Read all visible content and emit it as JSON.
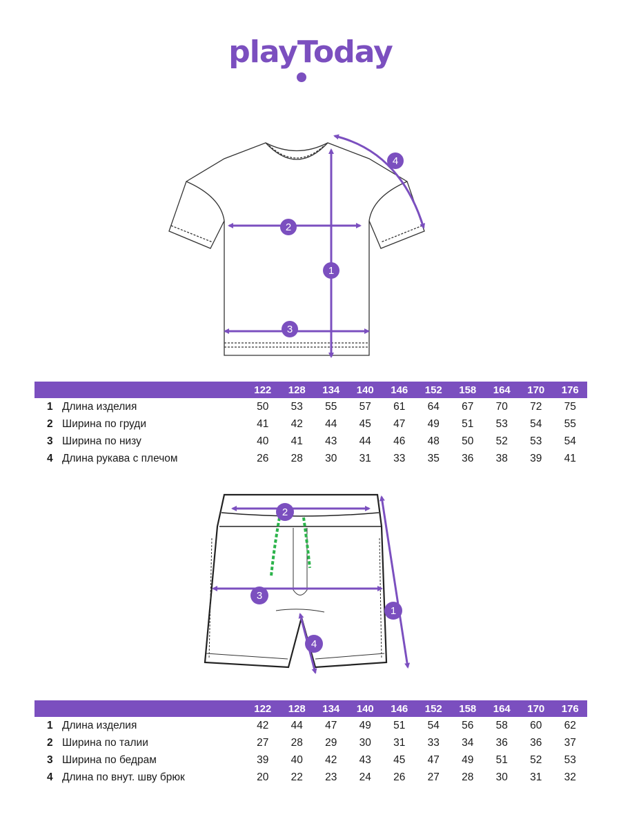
{
  "brand": {
    "logo_text": "playToday",
    "color": "#7b4fbf"
  },
  "tshirt": {
    "badges": {
      "b1": "1",
      "b2": "2",
      "b3": "3",
      "b4": "4"
    },
    "table": {
      "sizes": [
        "122",
        "128",
        "134",
        "140",
        "146",
        "152",
        "158",
        "164",
        "170",
        "176"
      ],
      "rows": [
        {
          "num": "1",
          "name": "Длина изделия",
          "values": [
            "50",
            "53",
            "55",
            "57",
            "61",
            "64",
            "67",
            "70",
            "72",
            "75"
          ]
        },
        {
          "num": "2",
          "name": "Ширина по груди",
          "values": [
            "41",
            "42",
            "44",
            "45",
            "47",
            "49",
            "51",
            "53",
            "54",
            "55"
          ]
        },
        {
          "num": "3",
          "name": "Ширина по низу",
          "values": [
            "40",
            "41",
            "43",
            "44",
            "46",
            "48",
            "50",
            "52",
            "53",
            "54"
          ]
        },
        {
          "num": "4",
          "name": "Длина рукава с плечом",
          "values": [
            "26",
            "28",
            "30",
            "31",
            "33",
            "35",
            "36",
            "38",
            "39",
            "41"
          ]
        }
      ]
    }
  },
  "shorts": {
    "badges": {
      "b1": "1",
      "b2": "2",
      "b3": "3",
      "b4": "4"
    },
    "table": {
      "sizes": [
        "122",
        "128",
        "134",
        "140",
        "146",
        "152",
        "158",
        "164",
        "170",
        "176"
      ],
      "rows": [
        {
          "num": "1",
          "name": "Длина изделия",
          "values": [
            "42",
            "44",
            "47",
            "49",
            "51",
            "54",
            "56",
            "58",
            "60",
            "62"
          ]
        },
        {
          "num": "2",
          "name": "Ширина по талии",
          "values": [
            "27",
            "28",
            "29",
            "30",
            "31",
            "33",
            "34",
            "36",
            "36",
            "37"
          ]
        },
        {
          "num": "3",
          "name": "Ширина по бедрам",
          "values": [
            "39",
            "40",
            "42",
            "43",
            "45",
            "47",
            "49",
            "51",
            "52",
            "53"
          ]
        },
        {
          "num": "4",
          "name": "Длина по внут. шву брюк",
          "values": [
            "20",
            "22",
            "23",
            "24",
            "26",
            "27",
            "28",
            "30",
            "31",
            "32"
          ]
        }
      ]
    }
  },
  "icons": {
    "tshirt": "tshirt-illustration-icon",
    "shorts": "shorts-illustration-icon",
    "drawcord_color": "#2bb34a"
  }
}
